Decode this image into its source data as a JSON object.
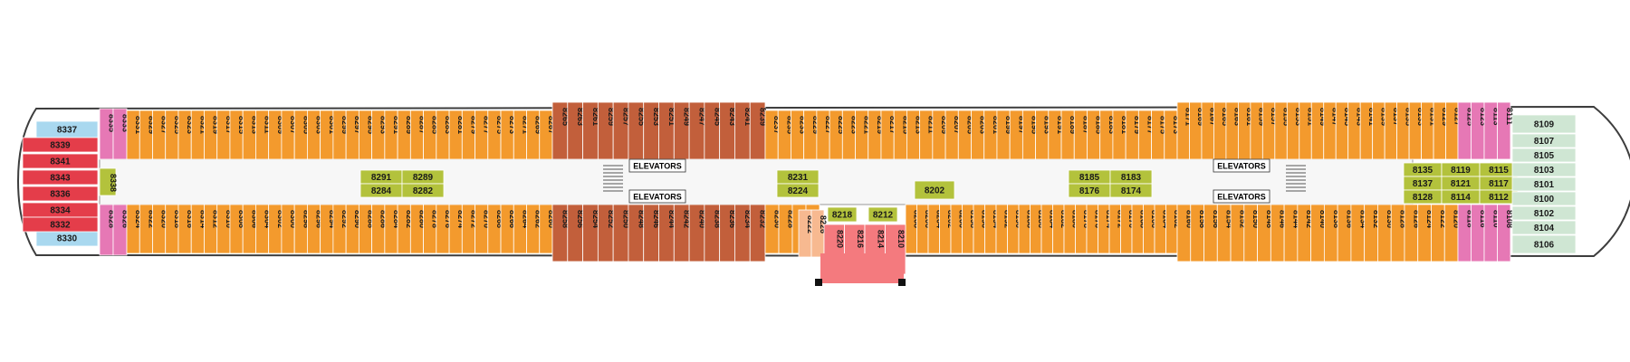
{
  "colors": {
    "orange": "#f39a2d",
    "brown": "#c25f3b",
    "pink": "#e678b5",
    "red": "#e43d4a",
    "lightblue": "#a9d8ef",
    "green": "#b3c23c",
    "lightgreen": "#cfe6d3",
    "peach": "#f7b990",
    "salmon": "#f47a7e",
    "hull": "#3d3d3d"
  },
  "labels": {
    "elevators": "ELEVATORS"
  },
  "cabins": {
    "top_orange_1": [
      "8331",
      "8329",
      "8327",
      "8325",
      "8323",
      "8321",
      "8319",
      "8317",
      "8315",
      "8313",
      "8311",
      "8309",
      "8307",
      "8305",
      "8303",
      "8301",
      "8299",
      "8297",
      "8295",
      "8293",
      "8291",
      "8289",
      "8287",
      "8285",
      "8283",
      "8281",
      "8279",
      "8277",
      "8275",
      "8273",
      "8271",
      "8269",
      "8267"
    ],
    "top_brown_1": [
      "8265",
      "8263",
      "8261",
      "8259",
      "8257",
      "8255",
      "8253",
      "8251",
      "8249",
      "8247",
      "8245",
      "8243",
      "8241",
      "8239"
    ],
    "top_orange_2": [
      "8237",
      "8235",
      "8233",
      "8229",
      "8227",
      "8225",
      "8223",
      "8221",
      "8219",
      "8217",
      "8215",
      "8213",
      "8211",
      "8209",
      "8207",
      "8205",
      "8203",
      "8201",
      "8199",
      "8197",
      "8195",
      "8193",
      "8191",
      "8189",
      "8187",
      "8185",
      "8183",
      "8181",
      "8179",
      "8177",
      "8175",
      "8173"
    ],
    "top_orange_3": [
      "8171",
      "8169",
      "8167",
      "8165",
      "8163",
      "8161",
      "8159",
      "8157",
      "8155",
      "8153",
      "8151",
      "8149",
      "8147",
      "8145",
      "8143",
      "8141",
      "8139",
      "8137",
      "8135",
      "8133",
      "8131",
      "8129",
      "8127"
    ],
    "top_pink_aft": [
      "8335",
      "8333"
    ],
    "top_pink_fwd": [
      "8125",
      "8123",
      "8113",
      "8111"
    ],
    "bottom_orange_1": [
      "8324",
      "8322",
      "8320",
      "8318",
      "8316",
      "8314",
      "8312",
      "8310",
      "8308",
      "8306",
      "8304",
      "8302",
      "8300",
      "8298",
      "8296",
      "8294",
      "8292",
      "8290",
      "8288",
      "8286",
      "8284",
      "8282",
      "8280",
      "8278",
      "8276",
      "8274",
      "8272",
      "8270",
      "8268",
      "8266",
      "8264",
      "8262",
      "8260"
    ],
    "bottom_brown_1": [
      "8258",
      "8256",
      "8254",
      "8252",
      "8250",
      "8248",
      "8246",
      "8244",
      "8242",
      "8240",
      "8238",
      "8236",
      "8234",
      "8232"
    ],
    "bottom_orange_2": [
      "8230",
      "8228",
      "8226",
      "8224"
    ],
    "bottom_orange_3": [
      "8208",
      "8206",
      "8204",
      "8202",
      "8200",
      "8198",
      "8196",
      "8194",
      "8192",
      "8190",
      "8188",
      "8186",
      "8184",
      "8182",
      "8180",
      "8178",
      "8176",
      "8174",
      "8172",
      "8170",
      "8168",
      "8166",
      "8164",
      "8162"
    ],
    "bottom_orange_4": [
      "8160",
      "8158",
      "8156",
      "8154",
      "8152",
      "8150",
      "8148",
      "8146",
      "8144",
      "8142",
      "8140",
      "8138",
      "8136",
      "8134",
      "8132",
      "8130",
      "8128",
      "8126",
      "8124",
      "8122",
      "8120"
    ],
    "bottom_pink_aft": [
      "8328",
      "8326"
    ],
    "bottom_pink_fwd": [
      "8118",
      "8116",
      "8110",
      "8108"
    ],
    "aft_red": [
      "8339",
      "8341",
      "8343",
      "8336",
      "8334",
      "8332"
    ],
    "aft_blue": [
      "8337",
      "8330"
    ],
    "aft_green": "8338",
    "center_green": [
      [
        "8291",
        "8289"
      ],
      [
        "8284",
        "8282"
      ],
      [
        "8231"
      ],
      [
        "8224"
      ],
      [
        "8202"
      ],
      [
        "8185",
        "8183"
      ],
      [
        "8176",
        "8174"
      ],
      [
        "8135",
        "8119",
        "8115"
      ],
      [
        "8137",
        "8121",
        "8117"
      ],
      [
        "8128",
        "8114",
        "8112"
      ]
    ],
    "lower_green": [
      "8218",
      "8212"
    ],
    "salmon_block": [
      "8220",
      "8216",
      "8214",
      "8210"
    ],
    "peach_block": [
      "8222",
      "8226"
    ],
    "fwd_lightgreen": [
      "8109",
      "8107",
      "8105",
      "8103",
      "8101",
      "8100",
      "8102",
      "8104",
      "8106"
    ]
  }
}
